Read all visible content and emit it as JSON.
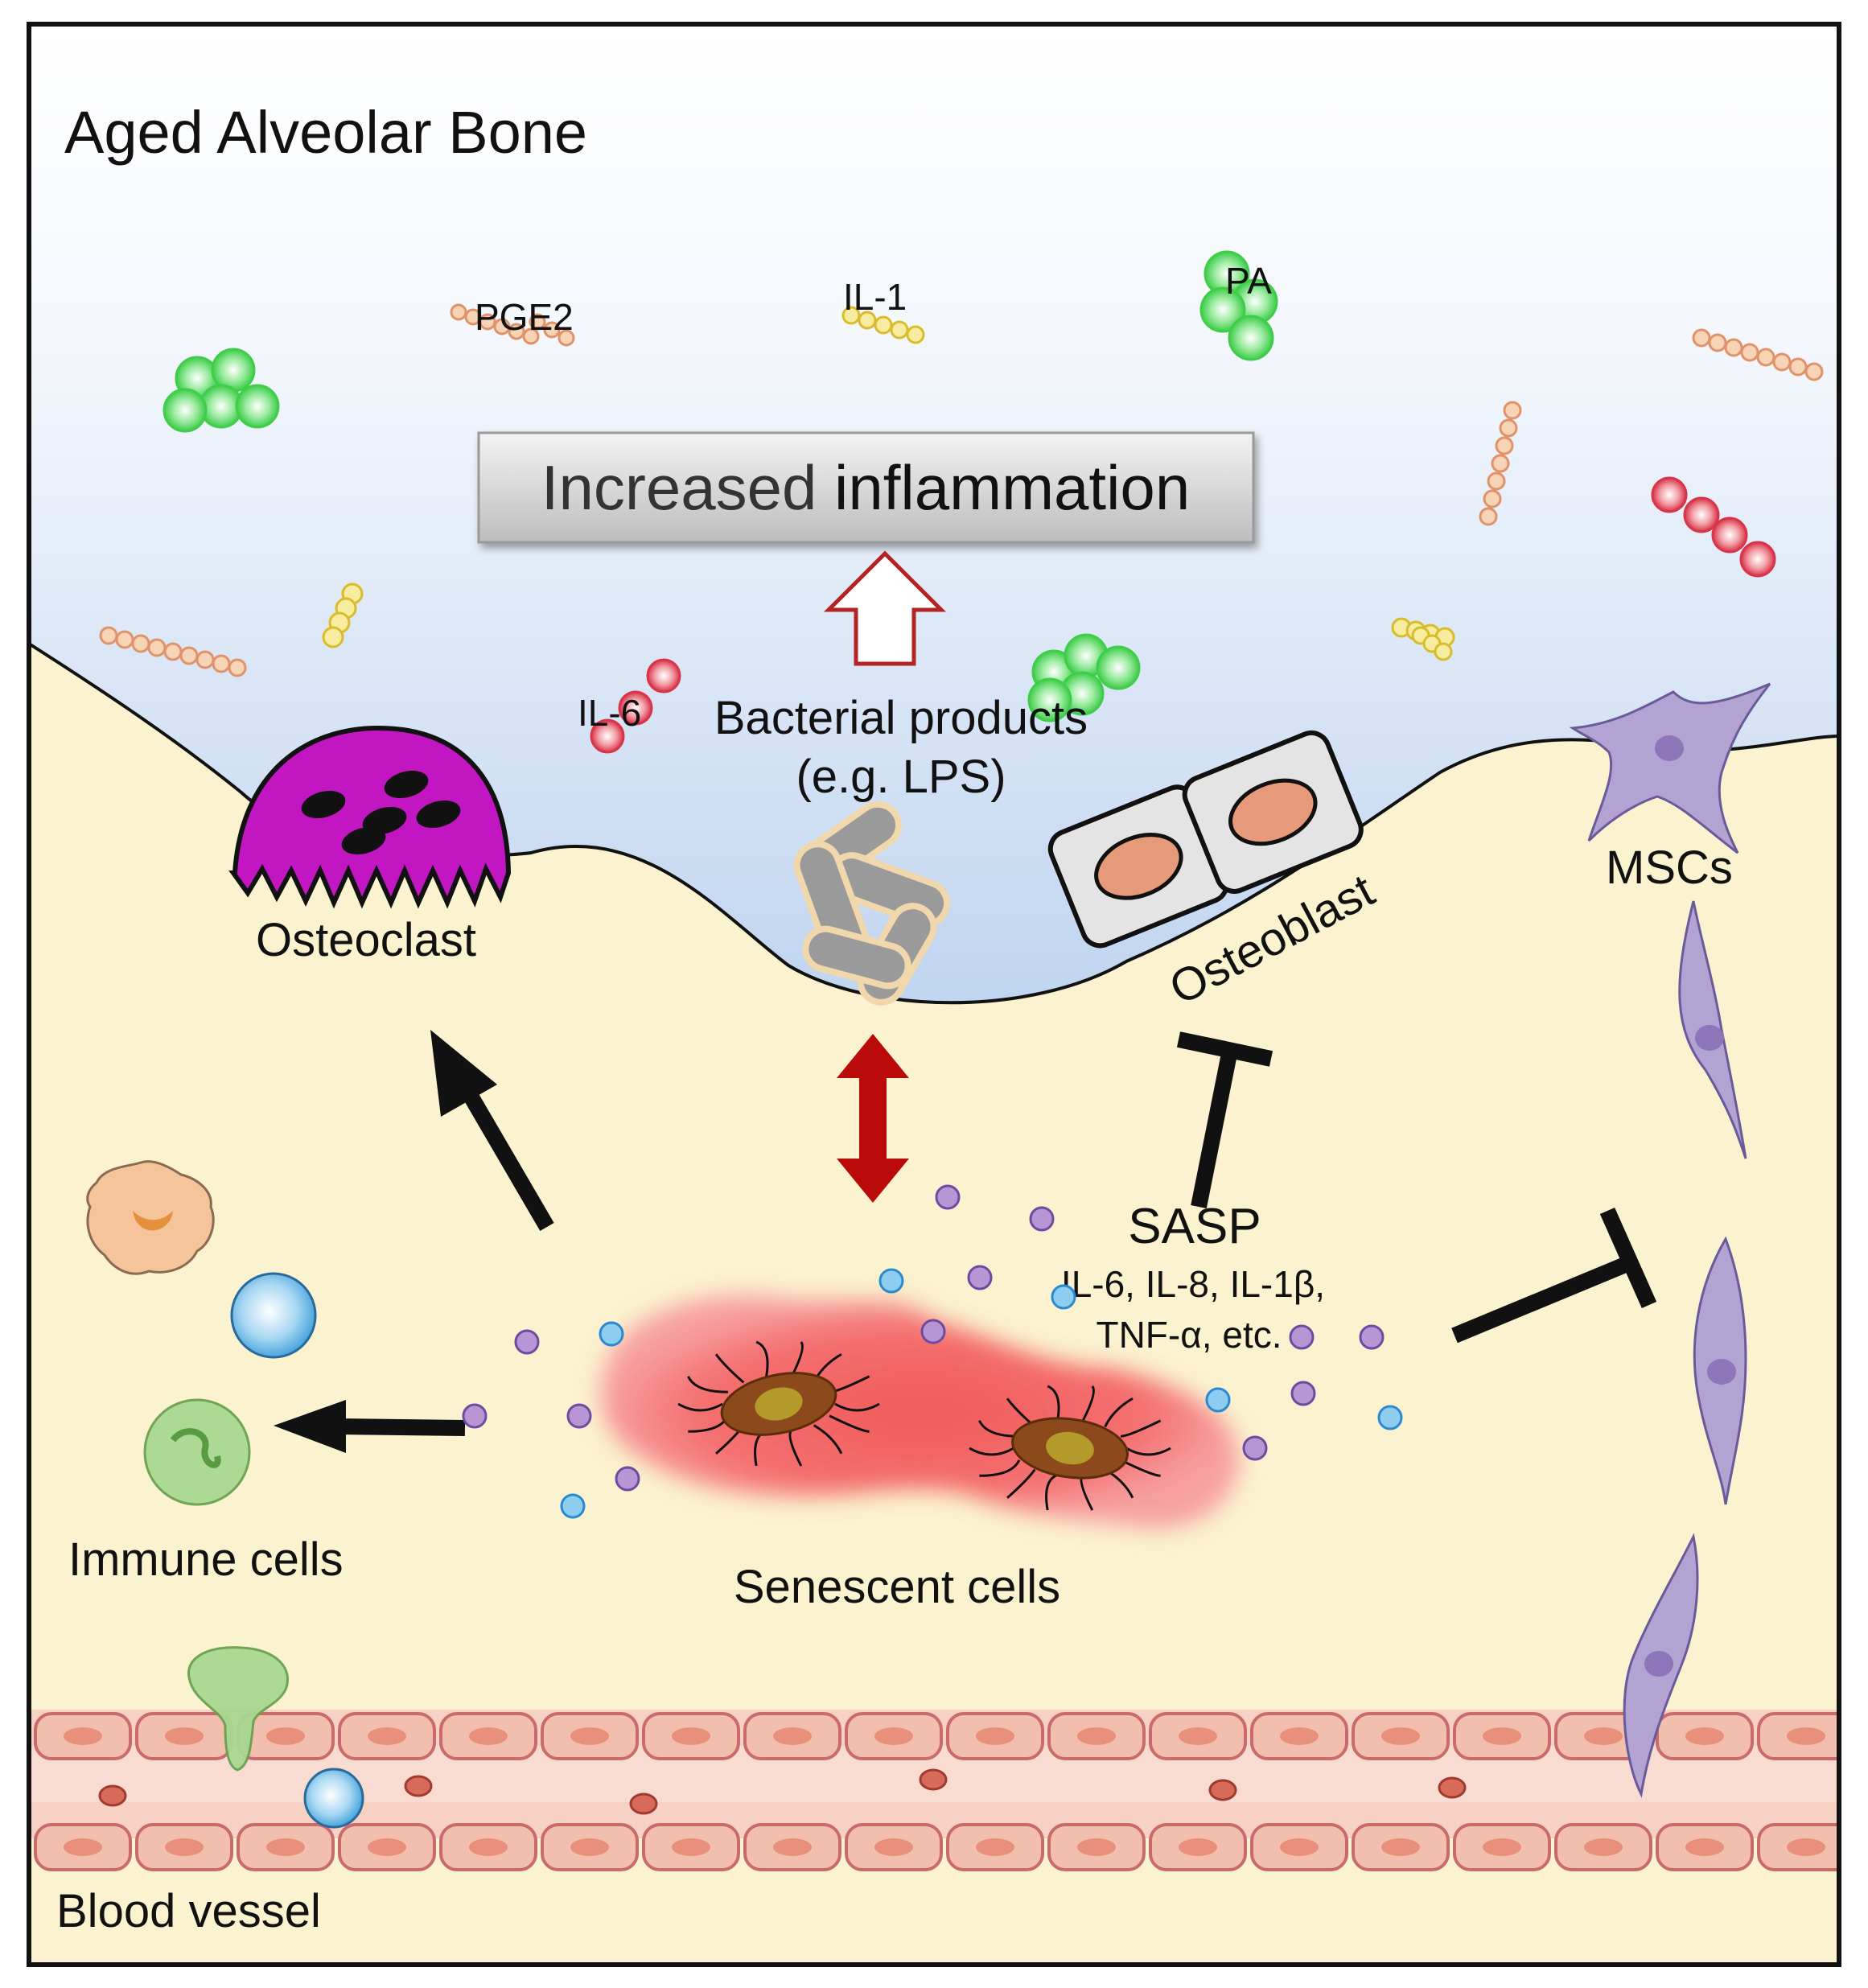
{
  "title": "Aged Alveolar Bone",
  "banner": {
    "prefix": "Increased",
    "emphasis": "inflammation"
  },
  "mediators": {
    "pge2": "PGE2",
    "il1": "IL-1",
    "pa": "PA",
    "il6": "IL-6"
  },
  "bacterial": {
    "line1": "Bacterial products",
    "line2": "(e.g. LPS)"
  },
  "cells": {
    "osteoclast": "Osteoclast",
    "osteoblast": "Osteoblast",
    "mscs": "MSCs",
    "immune": "Immune cells",
    "senescent": "Senescent cells",
    "vessel": "Blood vessel"
  },
  "sasp": {
    "title": "SASP",
    "line1": "IL-6, IL-8, IL-1β,",
    "line2": "TNF-α, etc."
  },
  "colors": {
    "fluid_top": "#ffffff",
    "fluid_bottom": "#7aa6dc",
    "bone": "#fbf2cf",
    "osteoclast": "#c316c3",
    "arrow_red": "#bb0a0a",
    "senescent_glow": "#f46a6a",
    "msc": "#b2a3d3",
    "vessel": "#f2c3b3"
  },
  "icons": [
    "red-outline-up-arrow-icon",
    "red-double-arrow-icon",
    "black-arrow-icon",
    "inhibition-bar-icon"
  ]
}
